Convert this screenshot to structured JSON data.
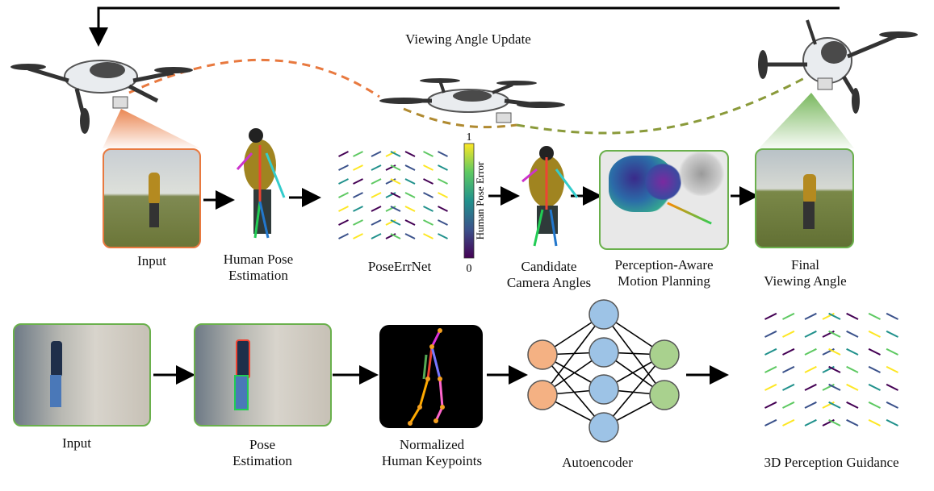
{
  "top": {
    "update_label": "Viewing Angle Update",
    "stages": [
      {
        "label": "Input"
      },
      {
        "label": "Human Pose\nEstimation"
      },
      {
        "label": "PoseErrNet"
      },
      {
        "label": "Candidate\nCamera Angles"
      },
      {
        "label": "Perception-Aware\nMotion Planning"
      },
      {
        "label": "Final\nViewing Angle"
      }
    ],
    "colorbar": {
      "title": "Human Pose Error",
      "max_label": "1",
      "min_label": "0"
    }
  },
  "bottom": {
    "stages": [
      {
        "label": "Input"
      },
      {
        "label": "Pose\nEstimation"
      },
      {
        "label": "Normalized\nHuman Keypoints"
      },
      {
        "label": "Autoencoder"
      },
      {
        "label": "3D Perception Guidance"
      }
    ]
  },
  "colors": {
    "input_border": "#e8793f",
    "output_border": "#6ab04c",
    "encoder_node": "#f4b183",
    "latent_node": "#9dc3e6",
    "decoder_node": "#a9d18e",
    "colormap": [
      "#440154",
      "#3b528b",
      "#21918c",
      "#5ec962",
      "#fde725"
    ]
  }
}
